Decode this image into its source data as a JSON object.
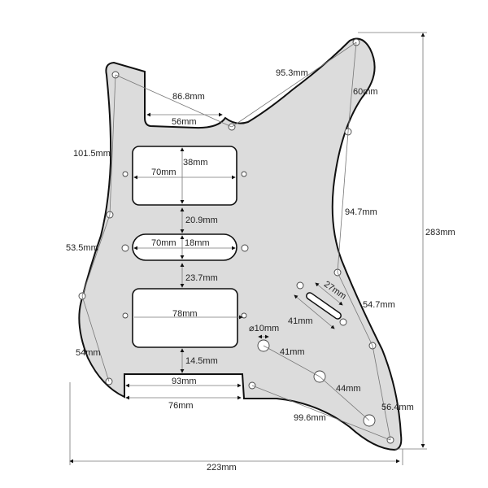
{
  "colors": {
    "pickguard": "#dcdcdc",
    "outline": "#111111",
    "dimension_line": "#777777"
  },
  "dimensions": {
    "top_horn_to_neck": "86.8mm",
    "neck_pocket_width": "56mm",
    "neck_to_top_horn_right": "95.3mm",
    "right_upper": "60mm",
    "left_upper": "101.5mm",
    "neck_pickup_width": "70mm",
    "neck_pickup_height": "38mm",
    "neck_to_middle_gap": "20.9mm",
    "right_mid": "94.7mm",
    "middle_pickup_width": "70mm",
    "middle_pickup_height": "18mm",
    "overall_height": "283mm",
    "left_mid": "53.5mm",
    "middle_to_bridge_gap": "23.7mm",
    "switch_slot_length": "27mm",
    "switch_hole_spacing": "41mm",
    "right_lower": "54.7mm",
    "bridge_pickup_width": "78mm",
    "jack_diameter": "⌀10mm",
    "knob_spacing_1": "41mm",
    "left_lower": "54mm",
    "bridge_to_bottom_gap": "14.5mm",
    "knob_spacing_2": "44mm",
    "bottom_notch_width": "93mm",
    "right_bottom": "56.4mm",
    "bottom_notch_inner": "76mm",
    "bottom_screw_span": "99.6mm",
    "overall_width": "223mm"
  }
}
